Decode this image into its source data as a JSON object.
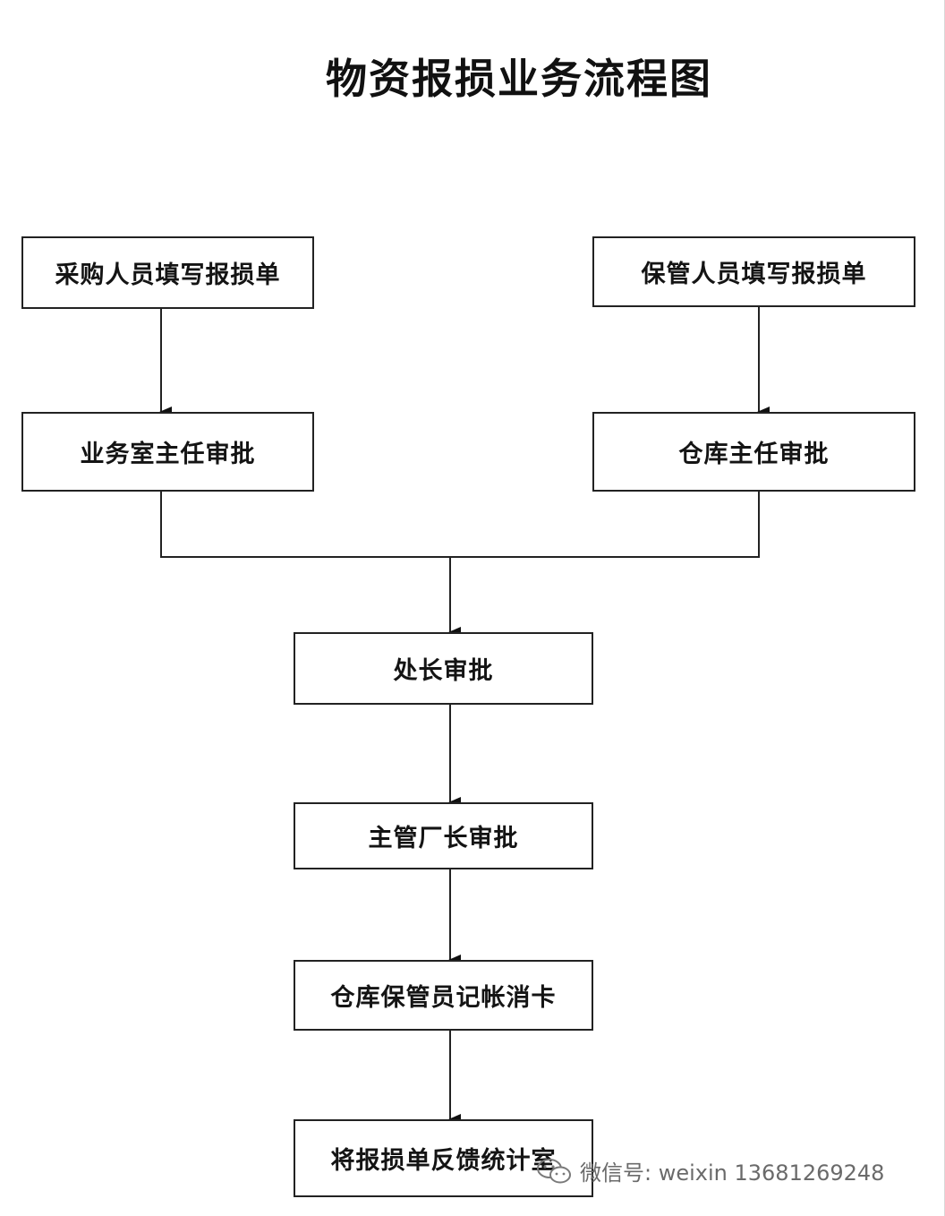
{
  "title": "物资报损业务流程图",
  "nodes": {
    "purchase_fill": "采购人员填写报损单",
    "keeper_fill": "保管人员填写报损单",
    "business_director": "业务室主任审批",
    "warehouse_director": "仓库主任审批",
    "division_chief": "处长审批",
    "factory_manager": "主管厂长审批",
    "keeper_record": "仓库保管员记帐消卡",
    "feedback": "将报损单反馈统计室"
  },
  "watermark": {
    "text": "微信号: weixin 13681269248",
    "icon": "wechat-icon"
  }
}
